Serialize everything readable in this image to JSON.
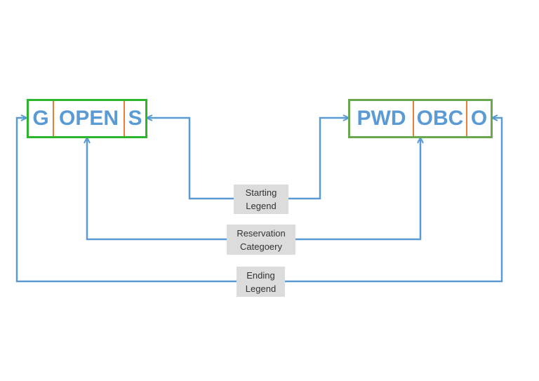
{
  "left_code": {
    "segments": [
      "G",
      "OPEN",
      "S"
    ]
  },
  "right_code": {
    "segments": [
      "PWD",
      "OBC",
      "O"
    ]
  },
  "labels": {
    "starting": [
      "Starting",
      "Legend"
    ],
    "category": [
      "Reservation",
      "Categoery"
    ],
    "ending": [
      "Ending",
      "Legend"
    ]
  },
  "colors": {
    "arrow": "#5b9bd5",
    "left_border": "#2db52d",
    "right_border": "#6aa84f",
    "divider": "#ed7d31",
    "text": "#5b9bd5",
    "label_bg": "#dcdcdc"
  }
}
